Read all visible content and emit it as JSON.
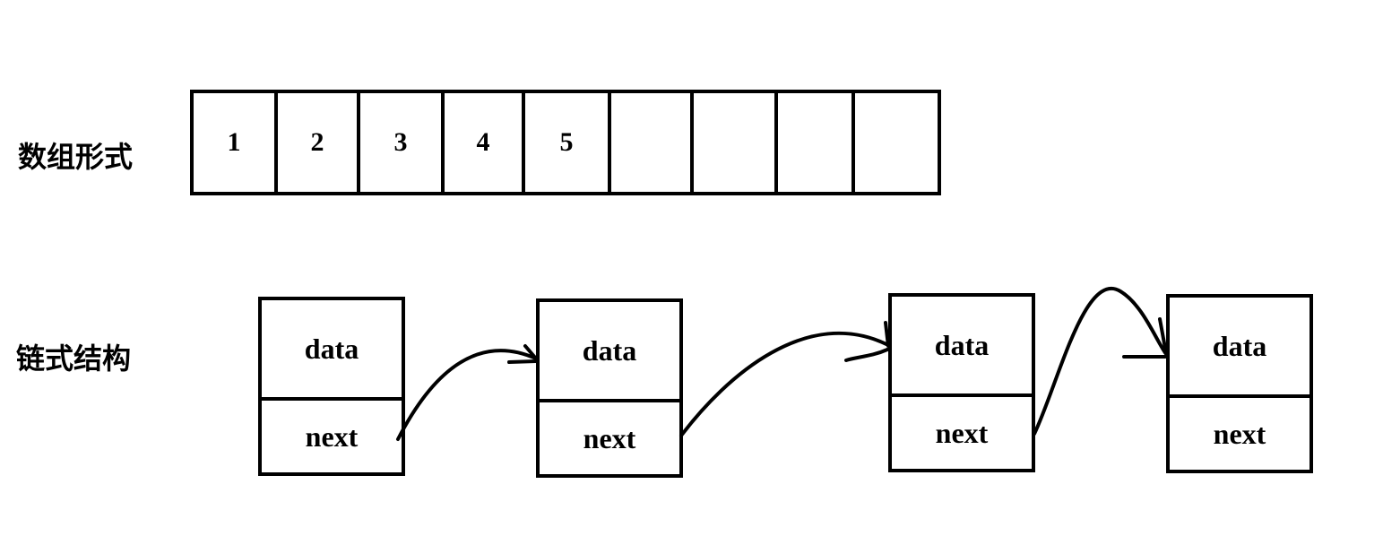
{
  "labels": {
    "array": "数组形式",
    "linked": "链式结构"
  },
  "array_cells": [
    "1",
    "2",
    "3",
    "4",
    "5",
    "",
    "",
    "",
    ""
  ],
  "nodes": [
    {
      "data": "data",
      "next": "next"
    },
    {
      "data": "data",
      "next": "next"
    },
    {
      "data": "data",
      "next": "next"
    },
    {
      "data": "data",
      "next": "next"
    }
  ]
}
